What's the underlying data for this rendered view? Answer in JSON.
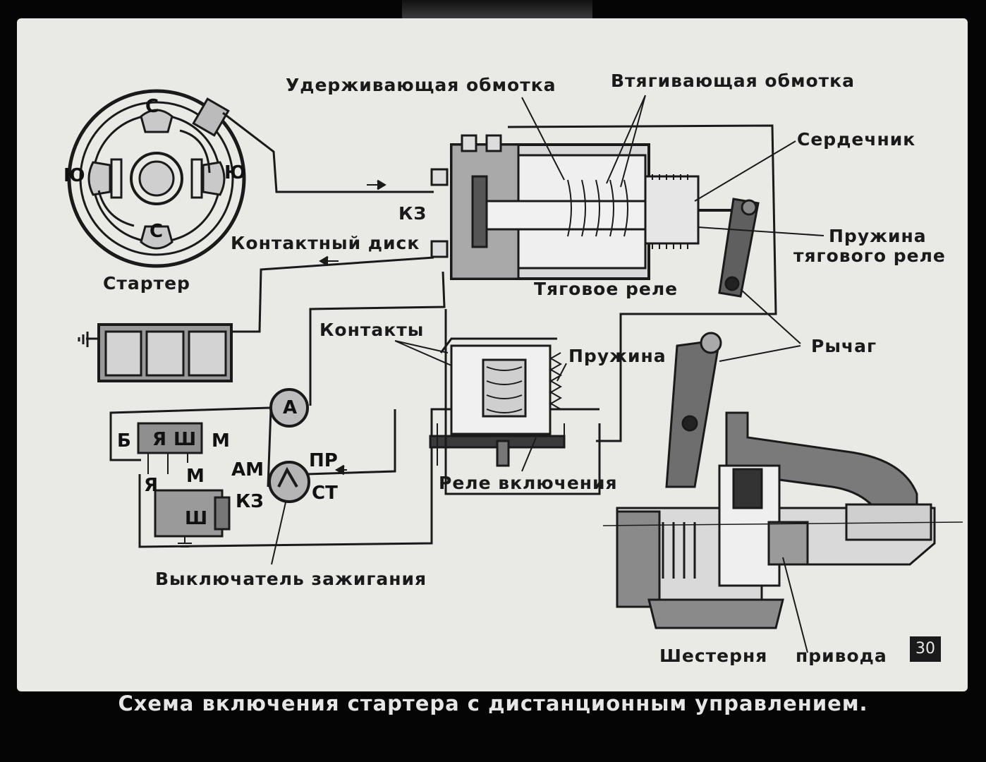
{
  "caption": "Схема включения стартера с дистанционным управлением.",
  "slide_number": "30",
  "labels": {
    "holding_winding": "Удерживающая обмотка",
    "pulling_winding": "Втягивающая обмотка",
    "core": "Сердечник",
    "kz_top": "КЗ",
    "contact_disk": "Контактный диск",
    "relay_spring_1": "Пружина",
    "relay_spring_2": "тягового реле",
    "starter": "Стартер",
    "traction_relay": "Тяговое реле",
    "contacts": "Контакты",
    "spring": "Пружина",
    "lever": "Рычаг",
    "switch_relay": "Реле включения",
    "ignition_switch": "Выключатель зажигания",
    "drive_gear_1": "Шестерня",
    "drive_gear_2": "привода"
  },
  "symbols": {
    "brush_c_top": "С",
    "brush_c_bottom": "С",
    "brush_yu_left": "Ю",
    "brush_yu_right": "Ю",
    "ammeter": "A",
    "reg_b": "Б",
    "reg_ya": "Я",
    "reg_sh": "Ш",
    "reg_m": "М",
    "gen_ya": "Я",
    "gen_m": "М",
    "gen_sh": "Ш",
    "sw_am": "АМ",
    "sw_kz": "КЗ",
    "sw_pr": "ПР",
    "sw_st": "СТ"
  }
}
